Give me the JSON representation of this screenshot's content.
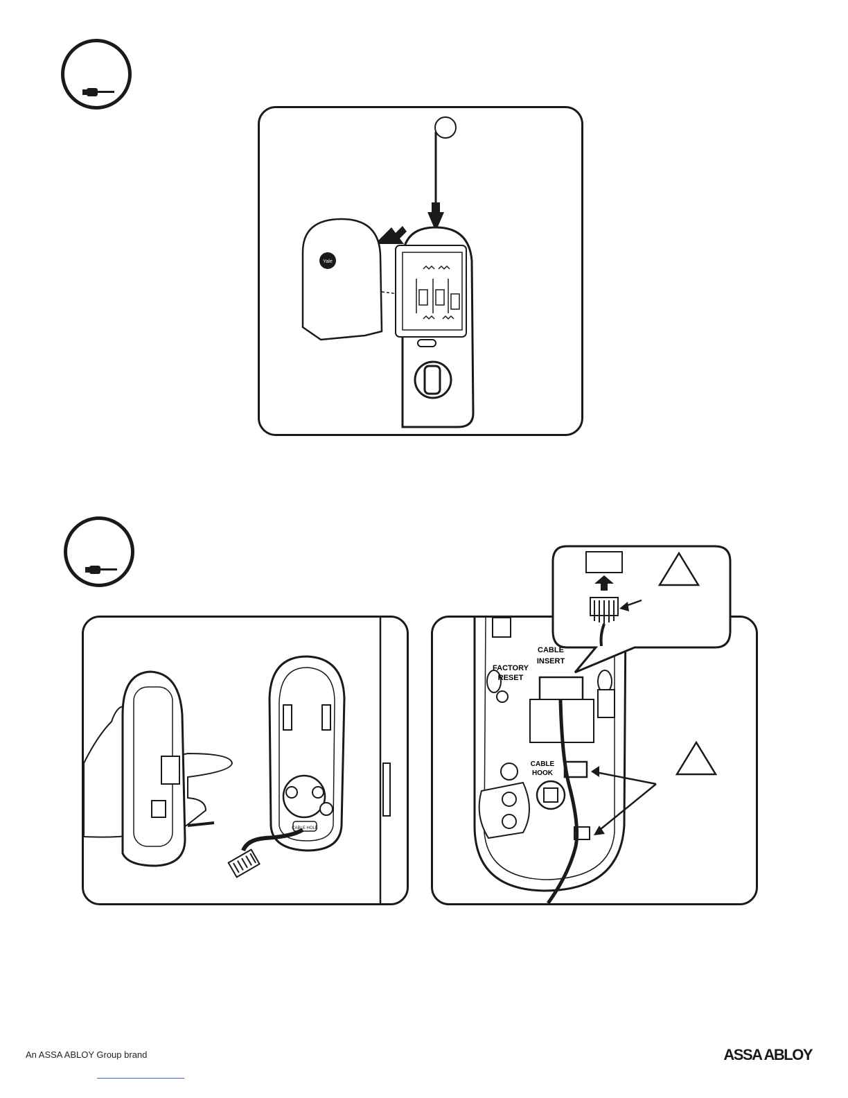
{
  "figure2": {
    "labels": {
      "factory_reset_1": "FACTORY",
      "factory_reset_2": "RESET",
      "cable_insert_1": "CABLE",
      "cable_insert_2": "INSERT",
      "cable_hook_1": "CABLE",
      "cable_hook_2": "HOOK",
      "cable_hole": "CABLE HOLE"
    }
  },
  "footer": {
    "brand_line": "An ASSA ABLOY Group brand",
    "logo_text": "ASSA ABLOY"
  }
}
